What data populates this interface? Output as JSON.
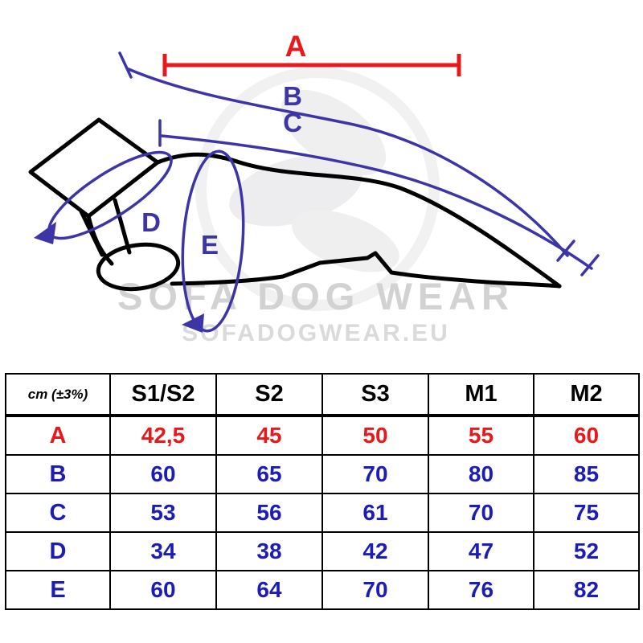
{
  "diagram": {
    "labels": {
      "a": "A",
      "b": "B",
      "c": "C",
      "d": "D",
      "e": "E"
    },
    "watermark": {
      "line1": "SOFA DOG WEAR",
      "line2": "SOFADOGWEAR.EU"
    },
    "colors": {
      "measurement_a_red": "#e8191c",
      "measurement_blue": "#3d34a5",
      "garment_outline": "#000000",
      "watermark_gray": "#d2d2d2",
      "watermark_gray_light": "#dadada"
    }
  },
  "table": {
    "unit_header": "cm (±3%)",
    "size_headers": [
      "S1/S2",
      "S2",
      "S3",
      "M1",
      "M2"
    ],
    "rows": [
      {
        "label": "A",
        "color": "#e8191c",
        "values": [
          "42,5",
          "45",
          "50",
          "55",
          "60"
        ]
      },
      {
        "label": "B",
        "color": "#1c1cb8",
        "values": [
          "60",
          "65",
          "70",
          "80",
          "85"
        ]
      },
      {
        "label": "C",
        "color": "#1c1cb8",
        "values": [
          "53",
          "56",
          "61",
          "70",
          "75"
        ]
      },
      {
        "label": "D",
        "color": "#1c1cb8",
        "values": [
          "34",
          "38",
          "42",
          "47",
          "52"
        ]
      },
      {
        "label": "E",
        "color": "#1c1cb8",
        "values": [
          "60",
          "64",
          "70",
          "76",
          "82"
        ]
      }
    ]
  }
}
